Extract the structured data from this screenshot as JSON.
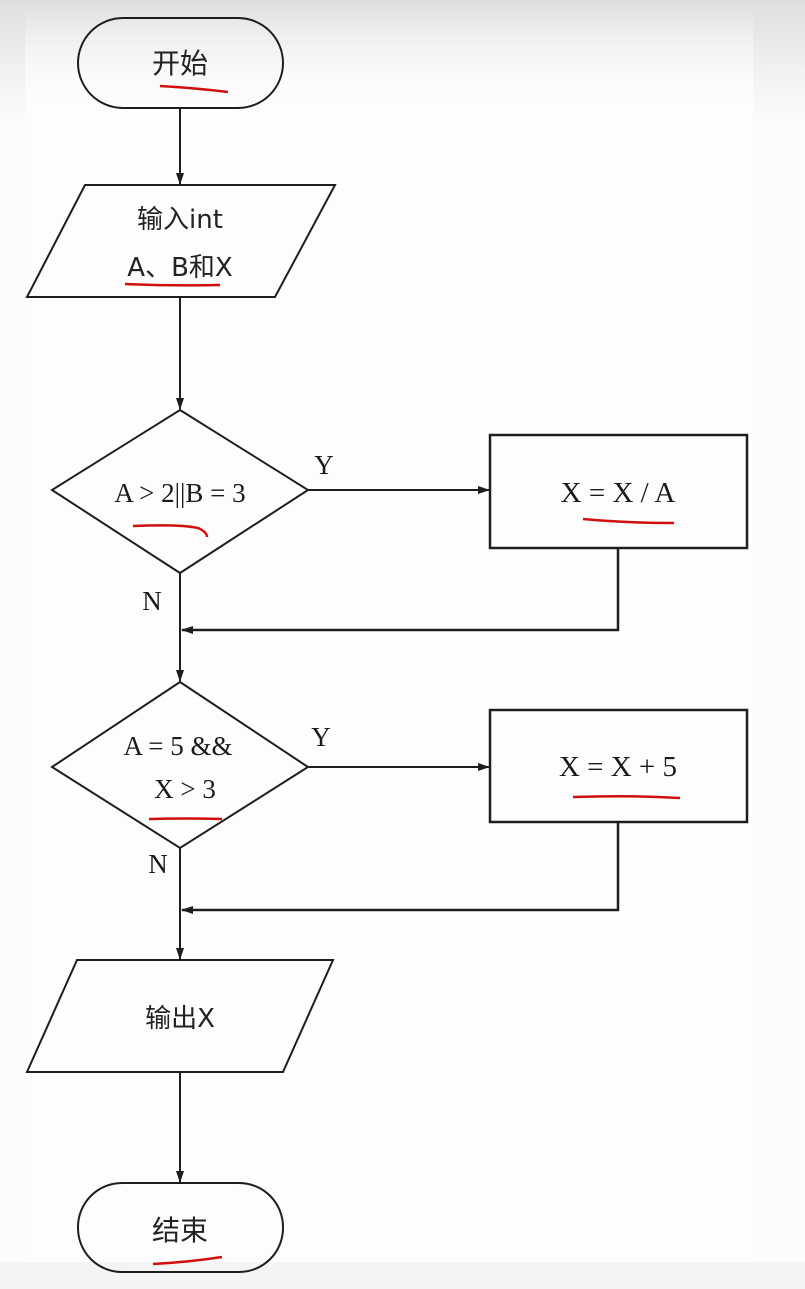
{
  "diagram": {
    "type": "flowchart",
    "nodes": {
      "start": {
        "kind": "terminator",
        "lines": [
          "开始"
        ]
      },
      "input": {
        "kind": "io",
        "lines": [
          "输入int",
          "A、B和X"
        ]
      },
      "decision1": {
        "kind": "decision",
        "lines": [
          "A > 2||B = 3"
        ]
      },
      "process1": {
        "kind": "process",
        "lines": [
          "X = X / A"
        ]
      },
      "decision2": {
        "kind": "decision",
        "lines": [
          "A = 5 &&",
          "X > 3"
        ]
      },
      "process2": {
        "kind": "process",
        "lines": [
          "X = X + 5"
        ]
      },
      "output": {
        "kind": "io",
        "lines": [
          "输出X"
        ]
      },
      "end": {
        "kind": "terminator",
        "lines": [
          "结束"
        ]
      }
    },
    "edges": [
      {
        "from": "start",
        "to": "input",
        "label": ""
      },
      {
        "from": "input",
        "to": "decision1",
        "label": ""
      },
      {
        "from": "decision1",
        "to": "process1",
        "label": "Y"
      },
      {
        "from": "decision1",
        "to": "decision2",
        "label": "N"
      },
      {
        "from": "process1",
        "to": "decision2",
        "label": ""
      },
      {
        "from": "decision2",
        "to": "process2",
        "label": "Y"
      },
      {
        "from": "decision2",
        "to": "output",
        "label": "N"
      },
      {
        "from": "process2",
        "to": "output",
        "label": ""
      },
      {
        "from": "output",
        "to": "end",
        "label": ""
      }
    ],
    "labels": {
      "yes": "Y",
      "no": "N"
    },
    "annotation_color": "#d10f0f",
    "line_color": "#1e1e1e"
  }
}
